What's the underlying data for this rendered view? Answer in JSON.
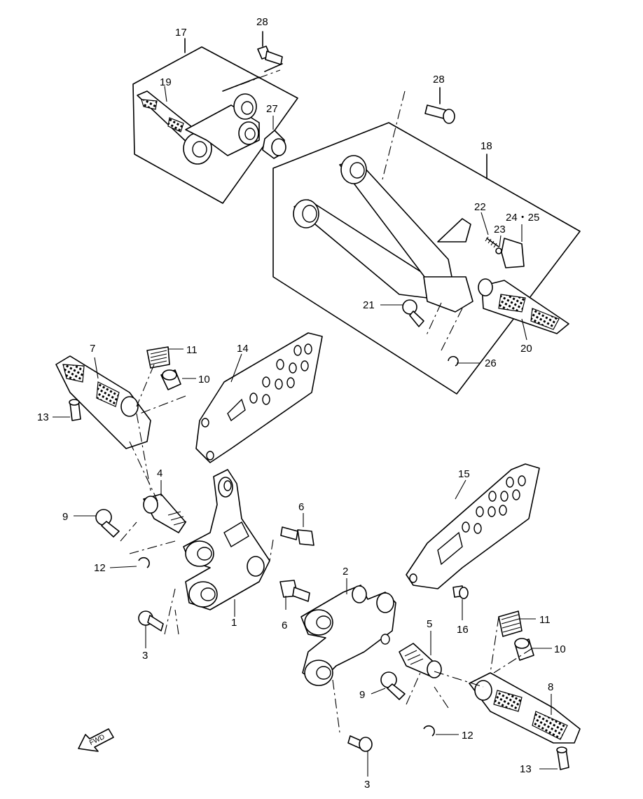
{
  "diagram": {
    "labels": {
      "p1": "1",
      "p2": "2",
      "p3a": "3",
      "p3b": "3",
      "p4": "4",
      "p5": "5",
      "p6a": "6",
      "p6b": "6",
      "p7": "7",
      "p8": "8",
      "p9a": "9",
      "p9b": "9",
      "p10a": "10",
      "p10b": "10",
      "p11a": "11",
      "p11b": "11",
      "p12a": "12",
      "p12b": "12",
      "p13a": "13",
      "p13b": "13",
      "p14": "14",
      "p15": "15",
      "p16": "16",
      "p17": "17",
      "p18": "18",
      "p19": "19",
      "p20": "20",
      "p21": "21",
      "p22": "22",
      "p23": "23",
      "p24": "24・25",
      "p26": "26",
      "p27": "27",
      "p28a": "28",
      "p28b": "28"
    },
    "fwd_label": "FWD",
    "line_color": "#000000",
    "background": "#ffffff"
  }
}
